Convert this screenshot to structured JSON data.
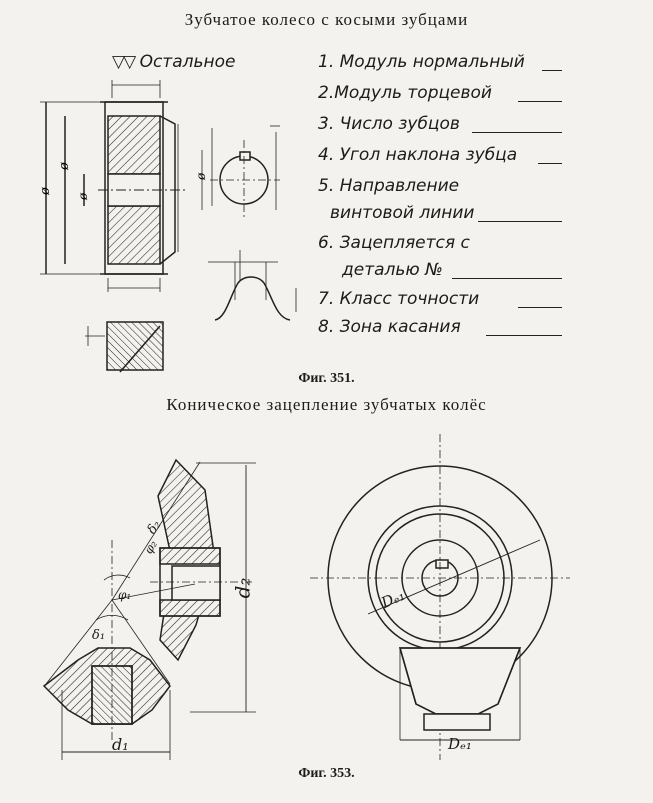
{
  "fig351": {
    "title": "Зубчатое колесо с косыми зубцами",
    "roughness": "Остальное",
    "caption": "Фиг. 351.",
    "specs": [
      "1. Модуль нормальный",
      "2.Модуль торцевой",
      "3. Число зубцов",
      "4. Угол наклона зубца",
      "5. Направление",
      "винтовой линии",
      "6. Зацепляется с",
      "деталью №",
      "7. Класс точности",
      "8. Зона касания"
    ]
  },
  "fig353": {
    "title": "Коническое зацепление зубчатых колёс",
    "caption": "Фиг. 353.",
    "labels": {
      "d2": "d₂",
      "d1": "d₁",
      "de1_circle": "Dₑ₁",
      "de1_bottom": "Dₑ₁",
      "delta1": "δ₁",
      "delta2": "δ₂",
      "phi1": "φ₁",
      "phi2": "φ₂"
    }
  },
  "colors": {
    "paper": "#f3f2ee",
    "ink": "#1c1c1c"
  }
}
